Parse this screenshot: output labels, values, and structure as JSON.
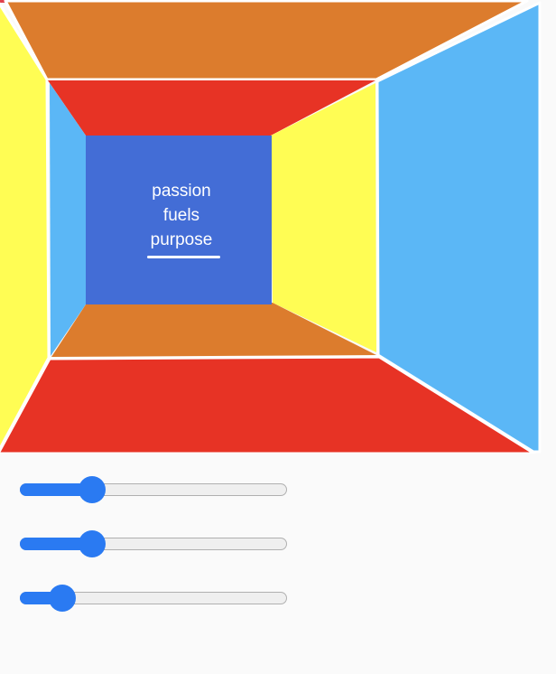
{
  "scene": {
    "message_lines": [
      "passion",
      "fuels",
      "purpose"
    ],
    "colors": {
      "orange": "#dc7c2d",
      "red": "#e73325",
      "yellow": "#fffd54",
      "light_blue": "#5bb7f6",
      "center_blue": "#436dd6",
      "accent": "#2a7af2"
    }
  },
  "sliders": [
    {
      "value_percent": 27
    },
    {
      "value_percent": 27
    },
    {
      "value_percent": 16
    }
  ]
}
